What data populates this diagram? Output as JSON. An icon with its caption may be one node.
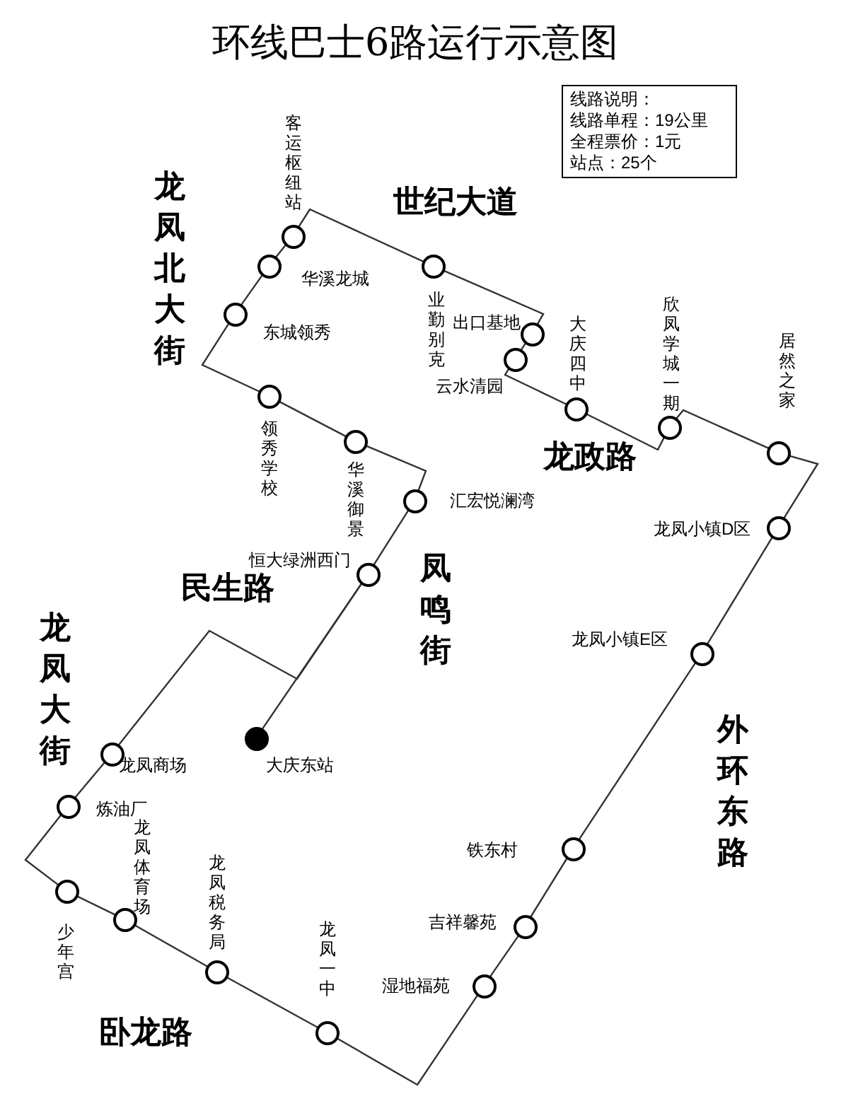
{
  "diagram": {
    "title": "环线巴士6路运行示意图",
    "nodes": [
      {
        "text": [],
        "shape": "dot",
        "beside": [
          "大庆东站"
        ]
      },
      {
        "text": [],
        "shape": "circle",
        "beside": [
          "恒大绿洲西门"
        ]
      },
      {
        "text": [],
        "shape": "circle",
        "beside": [
          "汇宏悦澜湾"
        ]
      },
      {
        "text": [],
        "shape": "circle",
        "beside": [
          "华溪御景"
        ]
      },
      {
        "text": [],
        "shape": "circle",
        "beside": [
          "领秀学校"
        ]
      },
      {
        "text": [],
        "shape": "circle",
        "beside": [
          "东城领秀"
        ]
      },
      {
        "text": [],
        "shape": "circle",
        "beside": [
          "华溪龙城"
        ]
      },
      {
        "text": [],
        "shape": "circle",
        "beside": [
          "客运枢纽站"
        ]
      },
      {
        "text": [],
        "shape": "circle",
        "beside": [
          "业勤别克"
        ]
      },
      {
        "text": [],
        "shape": "circle",
        "beside": [
          "出口基地"
        ]
      },
      {
        "text": [],
        "shape": "circle",
        "beside": [
          "云水清园"
        ]
      },
      {
        "text": [],
        "shape": "circle",
        "beside": [
          "大庆四中"
        ]
      },
      {
        "text": [],
        "shape": "circle",
        "beside": [
          "欣凤学城一期"
        ]
      },
      {
        "text": [],
        "shape": "circle",
        "beside": [
          "居然之家"
        ]
      },
      {
        "text": [],
        "shape": "circle",
        "beside": [
          "龙凤小镇D区"
        ]
      },
      {
        "text": [],
        "shape": "circle",
        "beside": [
          "龙凤小镇E区"
        ]
      },
      {
        "text": [],
        "shape": "circle",
        "beside": [
          "铁东村"
        ]
      },
      {
        "text": [],
        "shape": "circle",
        "beside": [
          "吉祥馨苑"
        ]
      },
      {
        "text": [],
        "shape": "circle",
        "beside": [
          "湿地福苑"
        ]
      },
      {
        "text": [],
        "shape": "circle",
        "beside": [
          "龙凤一中"
        ]
      },
      {
        "text": [],
        "shape": "circle",
        "beside": [
          "龙凤税务局"
        ]
      },
      {
        "text": [],
        "shape": "circle",
        "beside": [
          "龙凤体育场"
        ]
      },
      {
        "text": [],
        "shape": "circle",
        "beside": [
          "少年宫"
        ]
      },
      {
        "text": [],
        "shape": "circle",
        "beside": [
          "炼油厂"
        ]
      },
      {
        "text": [],
        "shape": "circle",
        "beside": [
          "龙凤商场"
        ]
      }
    ],
    "edges": [
      {
        "from": 0,
        "to": 1,
        "arrow": "none"
      },
      {
        "from": 1,
        "to": 2,
        "arrow": "none"
      },
      {
        "from": 2,
        "to": 3,
        "arrow": "none"
      },
      {
        "from": 3,
        "to": 4,
        "arrow": "none"
      },
      {
        "from": 4,
        "to": 5,
        "arrow": "none"
      },
      {
        "from": 5,
        "to": 6,
        "arrow": "none"
      },
      {
        "from": 6,
        "to": 7,
        "arrow": "none"
      },
      {
        "from": 7,
        "to": 8,
        "arrow": "none"
      },
      {
        "from": 8,
        "to": 9,
        "arrow": "none"
      },
      {
        "from": 9,
        "to": 10,
        "arrow": "none"
      },
      {
        "from": 10,
        "to": 11,
        "arrow": "none"
      },
      {
        "from": 11,
        "to": 12,
        "arrow": "none"
      },
      {
        "from": 12,
        "to": 13,
        "arrow": "none"
      },
      {
        "from": 13,
        "to": 14,
        "arrow": "none"
      },
      {
        "from": 14,
        "to": 15,
        "arrow": "none"
      },
      {
        "from": 15,
        "to": 16,
        "arrow": "none"
      },
      {
        "from": 16,
        "to": 17,
        "arrow": "none"
      },
      {
        "from": 17,
        "to": 18,
        "arrow": "none"
      },
      {
        "from": 18,
        "to": 19,
        "arrow": "none"
      },
      {
        "from": 19,
        "to": 20,
        "arrow": "none"
      },
      {
        "from": 20,
        "to": 21,
        "arrow": "none"
      },
      {
        "from": 21,
        "to": 22,
        "arrow": "none"
      },
      {
        "from": 22,
        "to": 23,
        "arrow": "none"
      },
      {
        "from": 23,
        "to": 24,
        "arrow": "none"
      },
      {
        "from": 24,
        "to": 1,
        "arrow": "none"
      }
    ],
    "labels": [
      "线路说明：",
      "线路单程：19公里",
      "全程票价：1元",
      "站点：25个",
      "龙凤北大街",
      "世纪大道",
      "龙政路",
      "民生路",
      "凤鸣街",
      "龙凤大街",
      "外环东路",
      "卧龙路"
    ]
  }
}
